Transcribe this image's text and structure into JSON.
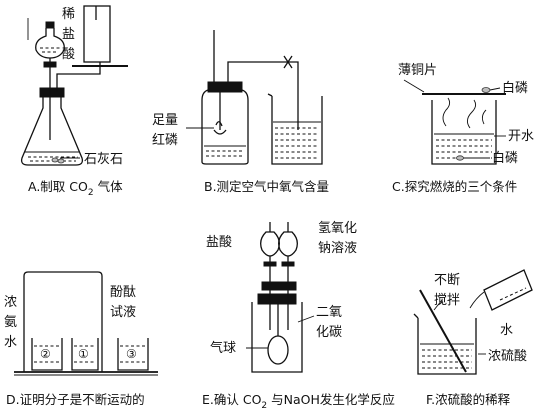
{
  "panels": {
    "a": {
      "caption_pre": "A.制取 CO",
      "caption_sub": "2",
      "caption_post": " 气体",
      "label_acid": [
        "稀",
        "盐",
        "酸"
      ],
      "label_stone": "石灰石"
    },
    "b": {
      "caption": "B.测定空气中氧气含量",
      "label_red_p": [
        "足量",
        "红磷"
      ]
    },
    "c": {
      "caption": "C.探究燃烧的三个条件",
      "label_copper": "薄铜片",
      "label_white_p_top": "白磷",
      "label_hot_water": "开水",
      "label_white_p_bottom": "白磷"
    },
    "d": {
      "caption": "D.证明分子是不断运动的",
      "label_ammonia": [
        "浓",
        "氨",
        "水"
      ],
      "label_phenol": [
        "酚酞",
        "试液"
      ],
      "beaker_marks": [
        "②",
        "①",
        "③"
      ]
    },
    "e": {
      "caption_pre": "E.确认 CO",
      "caption_sub": "2",
      "caption_post": " 与NaOH发生化学反应",
      "label_hcl": "盐酸",
      "label_naoh": [
        "氢氧化",
        "钠溶液"
      ],
      "label_co2": [
        "二氧",
        "化碳"
      ],
      "label_balloon": "气球"
    },
    "f": {
      "caption": "F.浓硫酸的稀释",
      "label_stir": [
        "不断",
        "搅拌"
      ],
      "label_water": "水",
      "label_acid": "浓硫酸"
    }
  }
}
